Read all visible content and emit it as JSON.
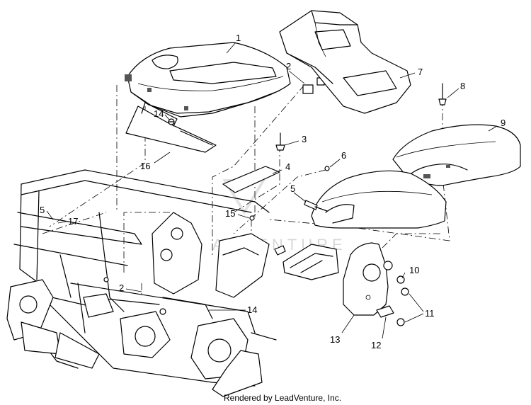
{
  "labels": {
    "p1": "1",
    "p2a": "2",
    "p2b": "2",
    "p3": "3",
    "p4": "4",
    "p5a": "5",
    "p5b": "5",
    "p6": "6",
    "p7": "7",
    "p8": "8",
    "p9": "9",
    "p10": "10",
    "p11": "11",
    "p12": "12",
    "p13": "13",
    "p14a": "14",
    "p14b": "14",
    "p15": "15",
    "p16": "16",
    "p17": "17"
  },
  "watermark": "ADVENTURE",
  "footer": "Rendered by LeadVenture, Inc."
}
